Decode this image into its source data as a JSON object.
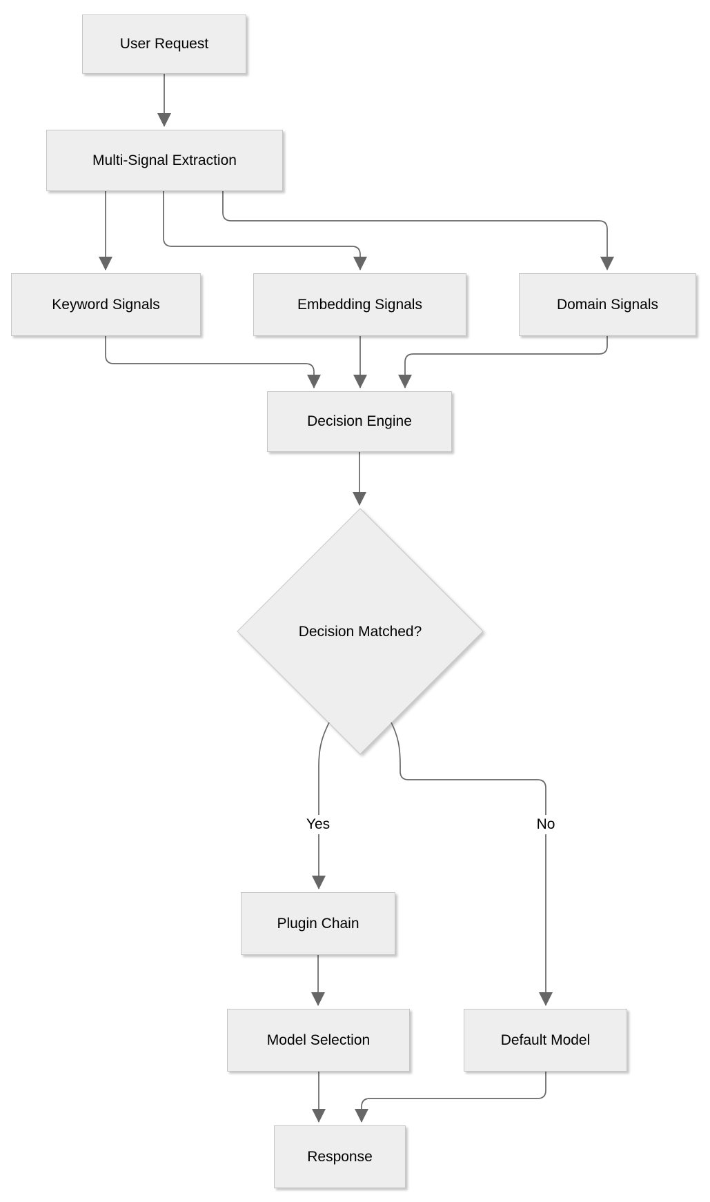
{
  "diagram": {
    "type": "flowchart",
    "direction": "top-down",
    "nodes": {
      "user_request": {
        "label": "User Request",
        "shape": "rect"
      },
      "multi_signal_extraction": {
        "label": "Multi-Signal Extraction",
        "shape": "rect"
      },
      "keyword_signals": {
        "label": "Keyword Signals",
        "shape": "rect"
      },
      "embedding_signals": {
        "label": "Embedding Signals",
        "shape": "rect"
      },
      "domain_signals": {
        "label": "Domain Signals",
        "shape": "rect"
      },
      "decision_engine": {
        "label": "Decision Engine",
        "shape": "rect"
      },
      "decision_matched": {
        "label": "Decision Matched?",
        "shape": "diamond"
      },
      "plugin_chain": {
        "label": "Plugin Chain",
        "shape": "rect"
      },
      "model_selection": {
        "label": "Model Selection",
        "shape": "rect"
      },
      "default_model": {
        "label": "Default Model",
        "shape": "rect"
      },
      "response": {
        "label": "Response",
        "shape": "rect"
      }
    },
    "edges": [
      {
        "from": "user_request",
        "to": "multi_signal_extraction",
        "label": ""
      },
      {
        "from": "multi_signal_extraction",
        "to": "keyword_signals",
        "label": ""
      },
      {
        "from": "multi_signal_extraction",
        "to": "embedding_signals",
        "label": ""
      },
      {
        "from": "multi_signal_extraction",
        "to": "domain_signals",
        "label": ""
      },
      {
        "from": "keyword_signals",
        "to": "decision_engine",
        "label": ""
      },
      {
        "from": "embedding_signals",
        "to": "decision_engine",
        "label": ""
      },
      {
        "from": "domain_signals",
        "to": "decision_engine",
        "label": ""
      },
      {
        "from": "decision_engine",
        "to": "decision_matched",
        "label": ""
      },
      {
        "from": "decision_matched",
        "to": "plugin_chain",
        "label": "Yes"
      },
      {
        "from": "decision_matched",
        "to": "default_model",
        "label": "No"
      },
      {
        "from": "plugin_chain",
        "to": "model_selection",
        "label": ""
      },
      {
        "from": "model_selection",
        "to": "response",
        "label": ""
      },
      {
        "from": "default_model",
        "to": "response",
        "label": ""
      }
    ],
    "colors": {
      "node_fill": "#eeeeee",
      "node_border": "#c6c6c6",
      "edge": "#666666",
      "text": "#000000",
      "canvas_bg": "#ffffff"
    }
  }
}
